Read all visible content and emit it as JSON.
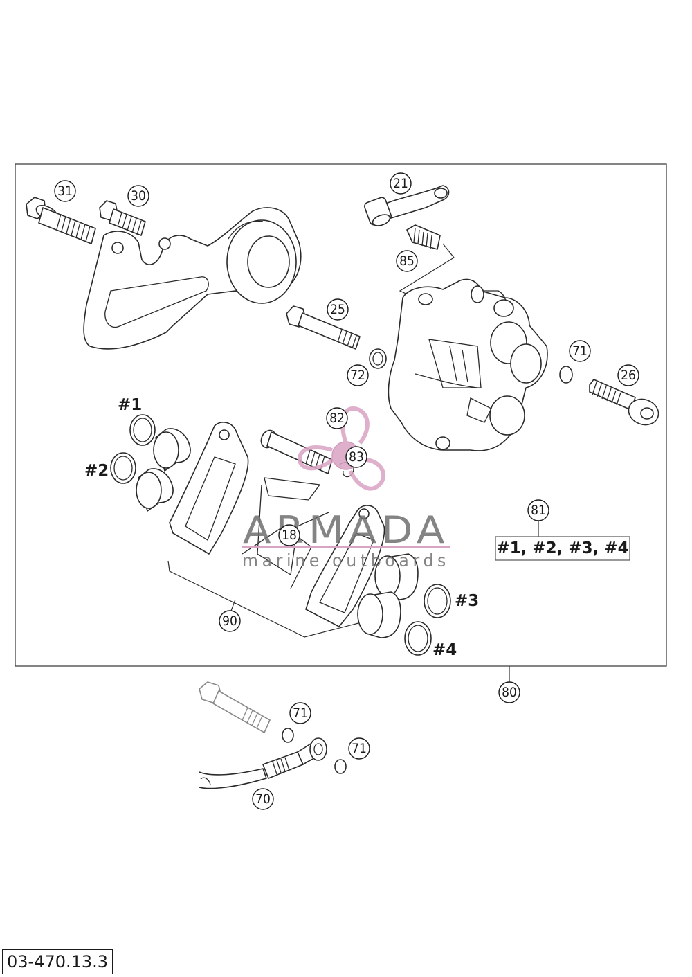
{
  "diagram_id": "03-470.13.3",
  "callouts": [
    {
      "label": "31"
    },
    {
      "label": "30"
    },
    {
      "label": "21"
    },
    {
      "label": "85"
    },
    {
      "label": "25"
    },
    {
      "label": "72"
    },
    {
      "label": "71"
    },
    {
      "label": "26"
    },
    {
      "label": "82"
    },
    {
      "label": "83"
    },
    {
      "label": "18"
    },
    {
      "label": "81"
    },
    {
      "label": "90"
    },
    {
      "label": "80"
    },
    {
      "label": "71"
    },
    {
      "label": "71"
    },
    {
      "label": "70"
    }
  ],
  "seal_groups": [
    "#1",
    "#2",
    "#3",
    "#4"
  ],
  "kit_contents": "#1, #2, #3, #4",
  "watermark": {
    "brand": "ARMADA",
    "tagline": "marine outboards",
    "brand_color": "#6e6e6e",
    "accent_color": "#d9a3c4"
  },
  "colors": {
    "line": "#2a2a2a",
    "background": "#ffffff"
  }
}
